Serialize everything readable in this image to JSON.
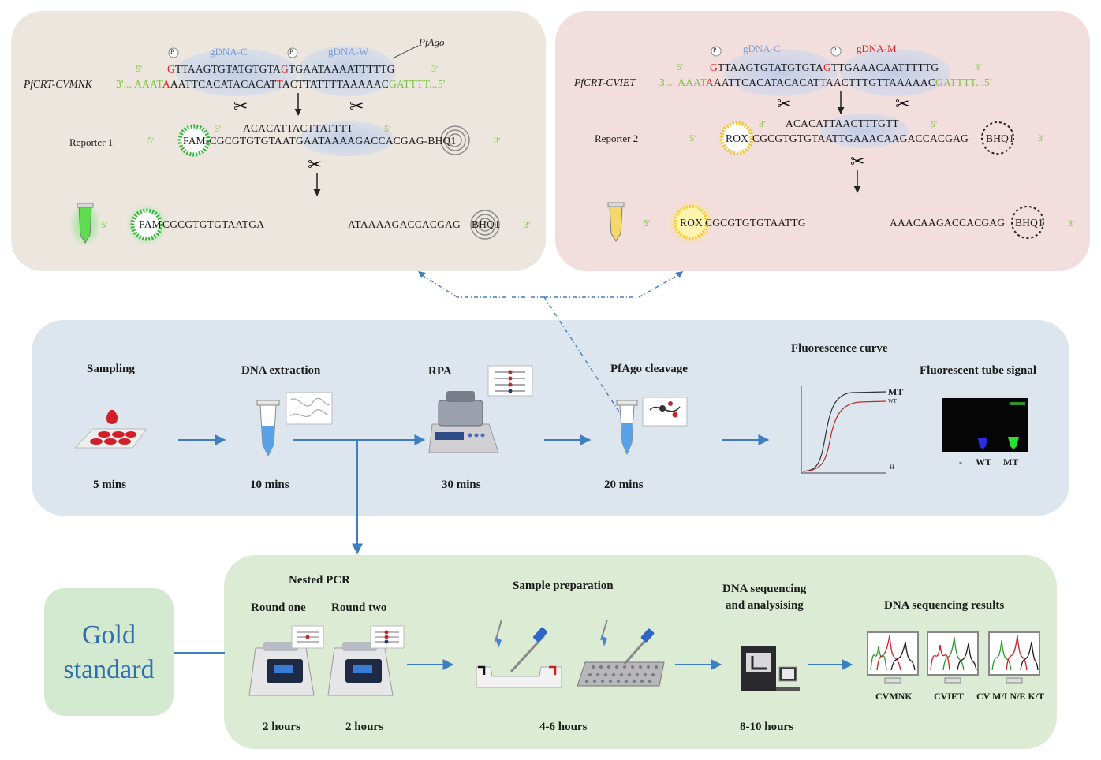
{
  "top_left": {
    "gdna_c": "gDNA-C",
    "gdna_w": "gDNA-W",
    "pfago": "PfAgo",
    "p": "P",
    "five": "5'",
    "three": "3'",
    "target_name": "PfCRT-CVMNK",
    "top_strand": {
      "a": "G",
      "b": "TTAAGTGTATGTGTA",
      "c": "G",
      "d": "TGAATAAAATTTTTG"
    },
    "bottom_strand": {
      "a": "3'... AAAT",
      "b": "A",
      "c": "AATTCACATACACAT",
      "d": "T",
      "e": "ACTTATTTTAAAAAC",
      "f": "GATTTT...5'"
    },
    "reporter_label": "Reporter 1",
    "reporter_top": "ACACATTACTTATTTT",
    "reporter_seq": "FAM-CGCGTGTGTAATGAATAAAAGACCACGAG-BHQ1",
    "fam": "FAM",
    "bhq": "BHQ1",
    "product_left": "CGCGTGTGTAATGA",
    "product_right": "ATAAAAGACCACGAG"
  },
  "top_right": {
    "gdna_c": "gDNA-C",
    "gdna_m": "gDNA-M",
    "p": "P",
    "five": "5'",
    "three": "3'",
    "target_name": "PfCRT-CVIET",
    "top_strand": {
      "a": "G",
      "b": "TTAAGTGTATGTGTA",
      "c": "G",
      "d": "TTGAAACAATTTTTG"
    },
    "bottom_strand": {
      "a": "3'... AAAT",
      "b": "A",
      "c": "AATTCACATACACAT",
      "d": "T",
      "e": "AACTTTGTTAAAAAC",
      "f": "GATTTT...5'"
    },
    "reporter_label": "Reporter 2",
    "reporter_top": "ACACATTAACTTTGTT",
    "rox": "ROX",
    "reporter_seq": "CGCGTGTGTAATTGAAACAAGACCACGAG",
    "bhq": "BHQ1",
    "product_left": "CGCGTGTGTAATTG",
    "product_right": "AAACAAGACCACGAG"
  },
  "workflow": {
    "steps": [
      {
        "label": "Sampling",
        "time": "5 mins"
      },
      {
        "label": "DNA extraction",
        "time": "10 mins"
      },
      {
        "label": "RPA",
        "time": "30 mins"
      },
      {
        "label": "PfAgo cleavage",
        "time": "20 mins"
      }
    ],
    "fluorescence_curve": "Fluorescence curve",
    "curve_mt": "MT",
    "curve_wt": "WT",
    "curve_h": "H",
    "tube_signal": "Fluorescent tube signal",
    "tube_labels": [
      "-",
      "WT",
      "MT"
    ]
  },
  "gold": {
    "title_line1": "Gold",
    "title_line2": "standard",
    "nested_pcr": "Nested PCR",
    "round_one": "Round one",
    "round_two": "Round two",
    "sample_prep": "Sample preparation",
    "seq_line1": "DNA sequencing",
    "seq_line2": "and analysising",
    "results": "DNA sequencing results",
    "times": [
      "2 hours",
      "2 hours",
      "4-6 hours",
      "8-10 hours"
    ],
    "result_labels": [
      "CVMNK",
      "CVIET",
      "CV M/I N/E K/T"
    ]
  },
  "colors": {
    "top_left_bg": "#ece6df",
    "top_right_bg": "#f3dede",
    "middle_bg": "#dde6ee",
    "bottom_bg": "#dcebd3",
    "arrow": "#3f7fc1",
    "fam_green": "#33c23a",
    "rox_yellow": "#f2cf27"
  }
}
